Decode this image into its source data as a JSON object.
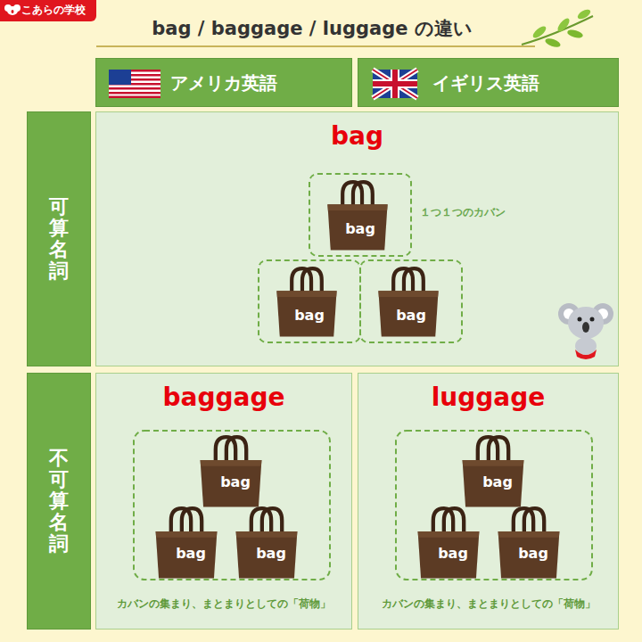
{
  "diagram": {
    "title": "bag / baggage / luggage の違い",
    "nodes": [
      {
        "text": [
          "こあらの学校"
        ]
      },
      {
        "text": [
          "アメリカ英語"
        ]
      },
      {
        "text": [
          "イギリス英語"
        ]
      },
      {
        "text": [
          "可算名詞"
        ]
      },
      {
        "text": [
          "bag",
          "１つ１つのカバン"
        ]
      },
      {
        "text": [
          "bag"
        ],
        "in": 4
      },
      {
        "text": [
          "bag"
        ],
        "in": 4
      },
      {
        "text": [
          "bag"
        ],
        "in": 4
      },
      {
        "text": [
          "不可算名詞"
        ]
      },
      {
        "text": [
          "baggage",
          "カバンの集まり、まとまりとしての「荷物」"
        ]
      },
      {
        "text": [
          "bag"
        ],
        "in": 9
      },
      {
        "text": [
          "bag"
        ],
        "in": 9
      },
      {
        "text": [
          "bag"
        ],
        "in": 9
      },
      {
        "text": [
          "luggage",
          "カバンの集まり、まとまりとしての「荷物」"
        ]
      },
      {
        "text": [
          "bag"
        ],
        "in": 13
      },
      {
        "text": [
          "bag"
        ],
        "in": 13
      },
      {
        "text": [
          "bag"
        ],
        "in": 13
      }
    ]
  }
}
